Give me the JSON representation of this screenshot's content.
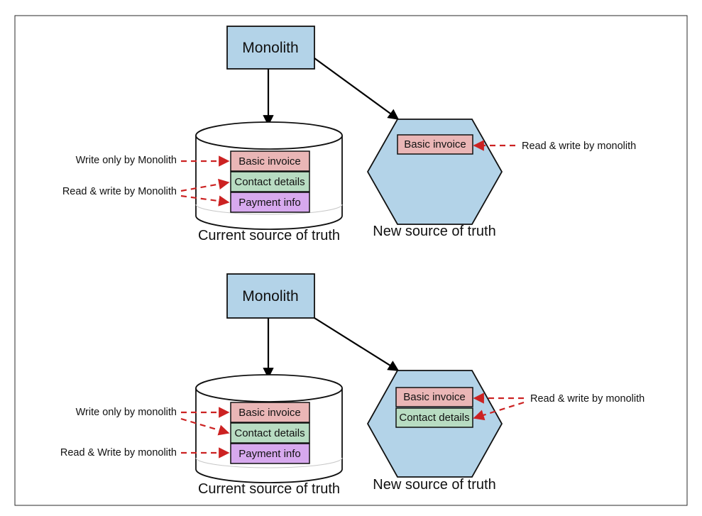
{
  "colors": {
    "frame": "#2a2a2a",
    "monolith_fill": "#b3d3e8",
    "hex_fill": "#b3d3e8",
    "db_fill": "#ffffff",
    "invoice_fill": "#eab6b6",
    "contact_fill": "#b8dcc2",
    "payment_fill": "#d7a9ee",
    "dashed_arrow": "#cc2222",
    "solid_arrow": "#000000"
  },
  "top": {
    "monolith_label": "Monolith",
    "current_caption": "Current source of truth",
    "new_caption": "New source of truth",
    "current_rows": [
      "Basic invoice",
      "Contact details",
      "Payment info"
    ],
    "new_rows": [
      "Basic invoice"
    ],
    "left_labels": {
      "write_only": "Write only by Monolith",
      "read_write": "Read & write by Monolith"
    },
    "right_label": "Read & write by monolith"
  },
  "bottom": {
    "monolith_label": "Monolith",
    "current_caption": "Current source of truth",
    "new_caption": "New source of truth",
    "current_rows": [
      "Basic invoice",
      "Contact details",
      "Payment info"
    ],
    "new_rows": [
      "Basic invoice",
      "Contact details"
    ],
    "left_labels": {
      "write_only": "Write only by monolith",
      "read_write": "Read & Write by monolith"
    },
    "right_label": "Read & write by monolith"
  }
}
